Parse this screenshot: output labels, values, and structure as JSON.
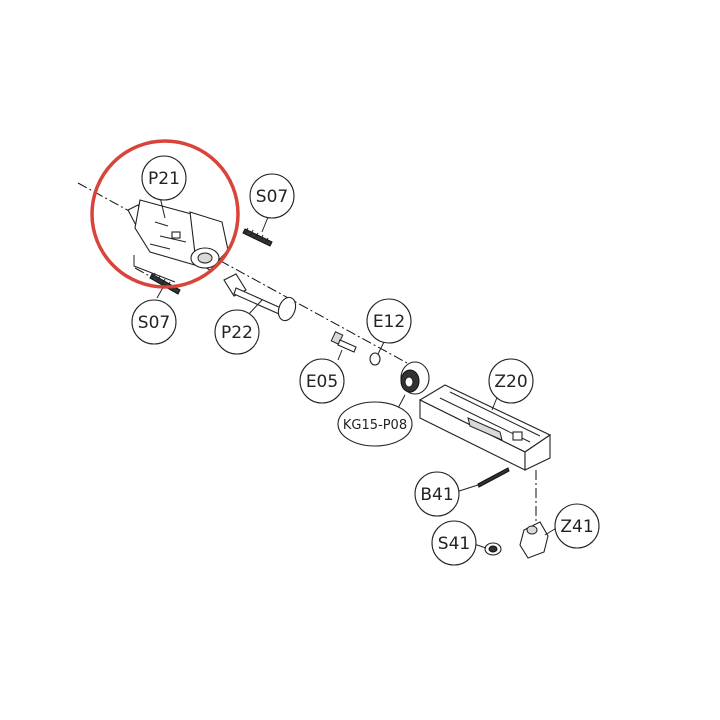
{
  "highlight": {
    "color": "#d9443a",
    "part": "P21"
  },
  "parts": [
    {
      "id": "p21",
      "label": "P21"
    },
    {
      "id": "s07a",
      "label": "S07"
    },
    {
      "id": "s07b",
      "label": "S07"
    },
    {
      "id": "p22",
      "label": "P22"
    },
    {
      "id": "e12",
      "label": "E12"
    },
    {
      "id": "e05",
      "label": "E05"
    },
    {
      "id": "kg15",
      "label": "KG15-P08"
    },
    {
      "id": "z20",
      "label": "Z20"
    },
    {
      "id": "b41",
      "label": "B41"
    },
    {
      "id": "s41",
      "label": "S41"
    },
    {
      "id": "z41",
      "label": "Z41"
    }
  ]
}
